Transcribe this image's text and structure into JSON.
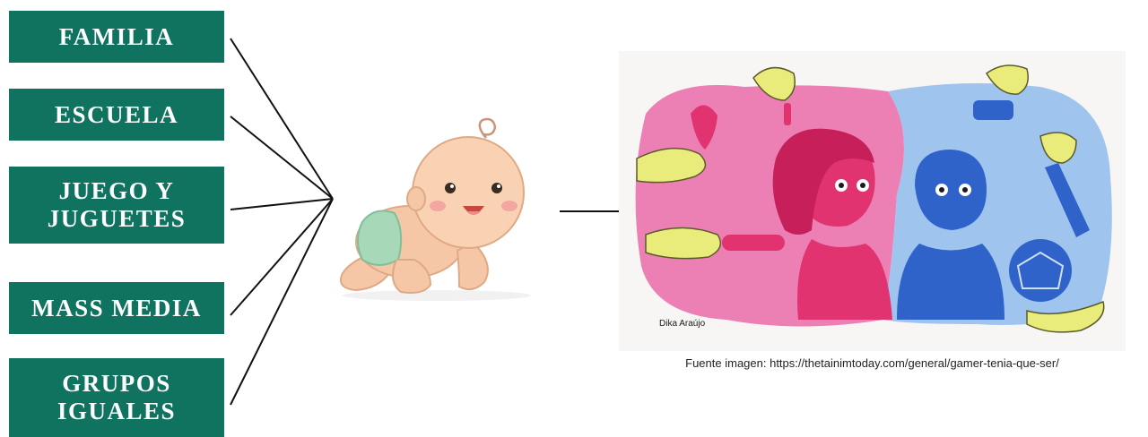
{
  "agents": [
    {
      "lines": [
        "FAMILIA"
      ]
    },
    {
      "lines": [
        "ESCUELA"
      ]
    },
    {
      "lines": [
        "JUEGO Y",
        "JUGUETES"
      ]
    },
    {
      "lines": [
        "MASS MEDIA"
      ]
    },
    {
      "lines": [
        "GRUPOS",
        "IGUALES"
      ]
    }
  ],
  "illustration": {
    "credit": "Dika Araújo",
    "source": "Fuente imagen: https://thetainimtoday.com/general/gamer-tenia-que-ser/"
  },
  "colors": {
    "box_fill": "#0f7360",
    "box_text": "#ffffff",
    "pink_child": "#e0336f",
    "blue_child": "#2f63c9",
    "hands": "#e9ec7a"
  },
  "icons": [
    "crawling-baby-icon",
    "gender-toys-illustration"
  ]
}
